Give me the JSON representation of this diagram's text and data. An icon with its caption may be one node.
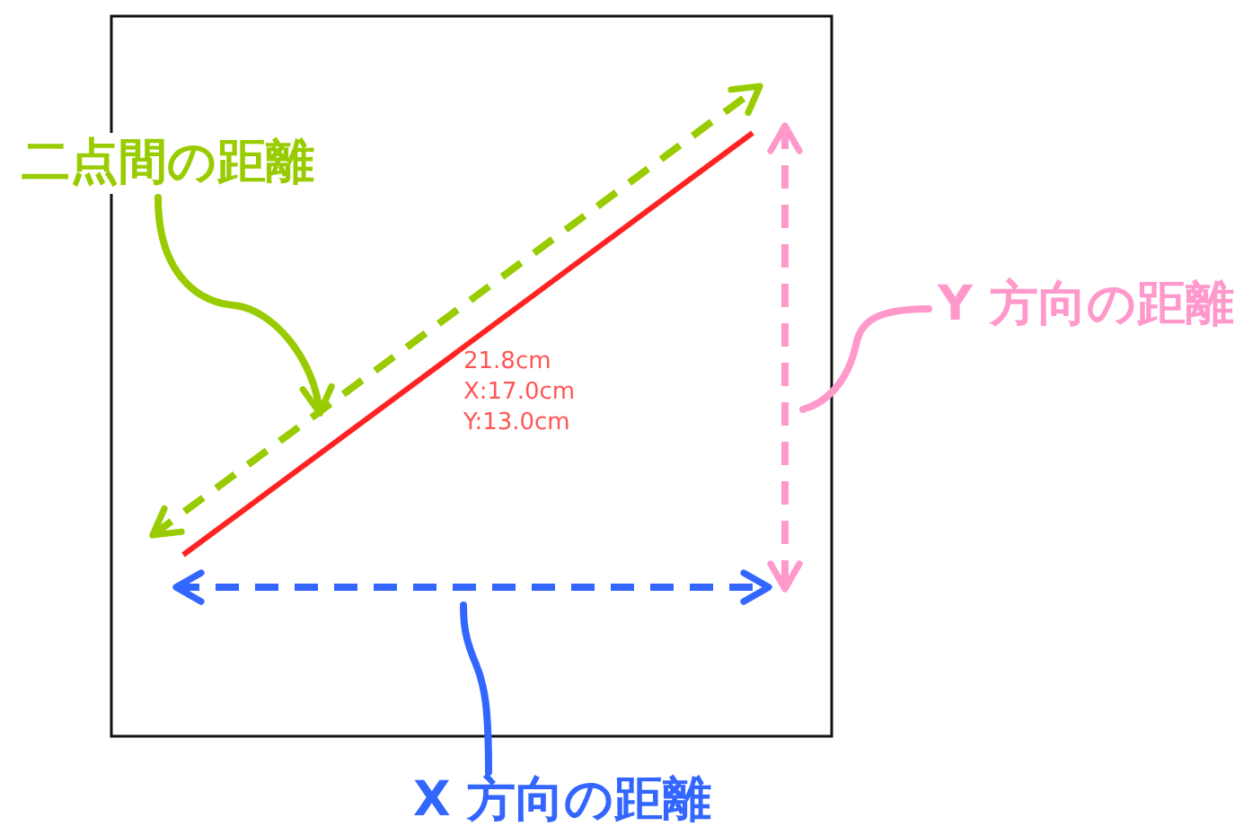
{
  "diagram": {
    "nodes": [
      {
        "text": [
          "二点間の距離"
        ]
      },
      {
        "text": [
          "Y 方向の距離"
        ]
      },
      {
        "text": [
          "X 方向の距離"
        ]
      },
      {
        "text": [],
        "shape": "arrow"
      },
      {
        "text": [],
        "shape": "arrow"
      },
      {
        "text": [],
        "shape": "arrow"
      }
    ],
    "edges": [
      {
        "from": 0,
        "to": 3,
        "arrow": "to",
        "color": "#99cc00"
      },
      {
        "from": 1,
        "to": 4,
        "arrow": "none",
        "color": "#ff99cc"
      },
      {
        "from": 2,
        "to": 5,
        "arrow": "none",
        "color": "#3366ff"
      }
    ],
    "labels": [
      "21.8cm",
      "X:17.0cm",
      "Y:13.0cm"
    ]
  }
}
